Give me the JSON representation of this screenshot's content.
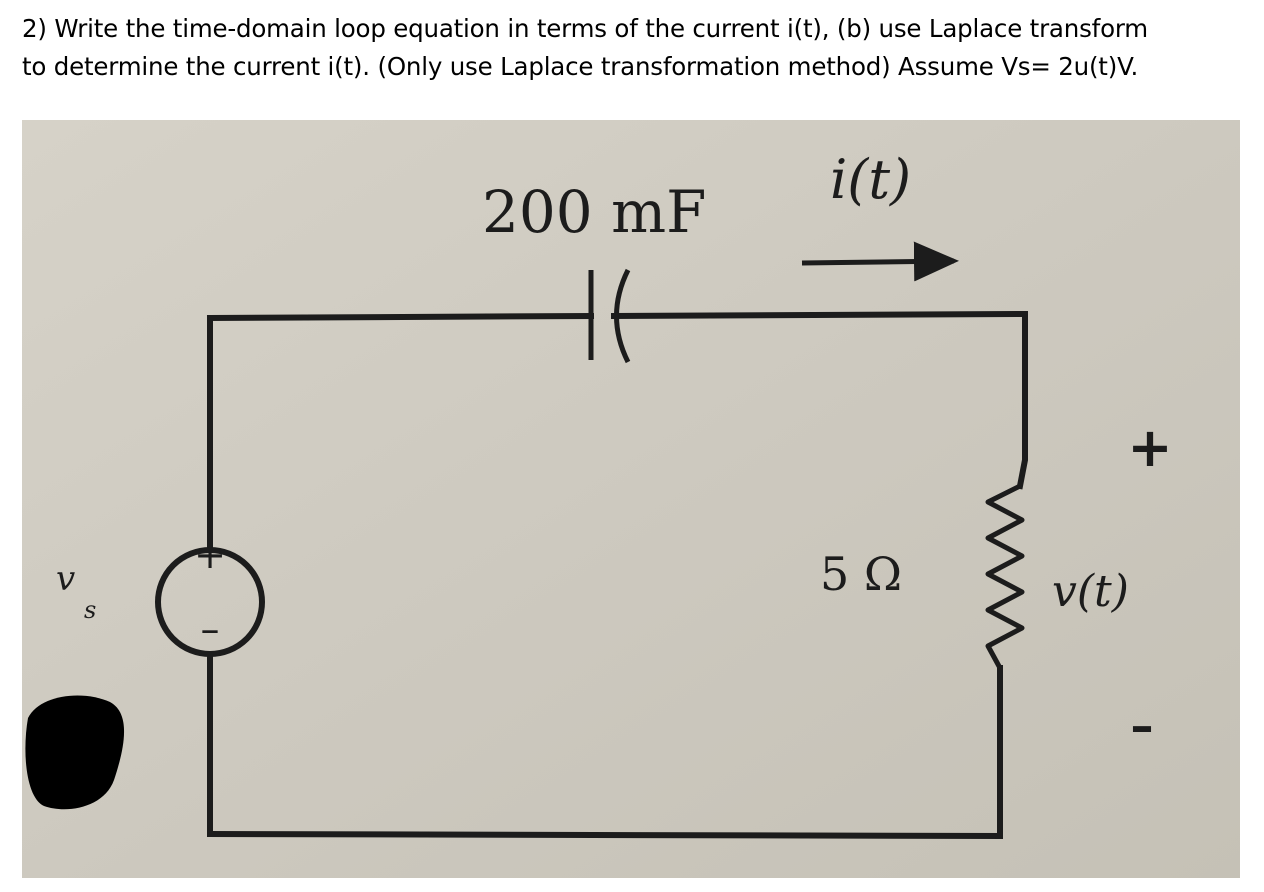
{
  "question": {
    "line1": "2) Write the time-domain loop equation in terms of the current i(t), (b) use Laplace transform",
    "line2": "to determine the current i(t). (Only use Laplace transformation method) Assume Vs= 2u(t)V."
  },
  "circuit": {
    "capacitor_label": "200 mF",
    "current_label": "i(t)",
    "resistor_label": "5 Ω",
    "output_voltage_label": "v(t)",
    "output_plus": "+",
    "output_minus": "–",
    "source_label": "v",
    "source_subscript": "s",
    "source_plus": "+",
    "source_minus": "–"
  },
  "colors": {
    "paper": "#cfcbc1",
    "ink": "#1c1c1c",
    "redaction": "#000000"
  }
}
